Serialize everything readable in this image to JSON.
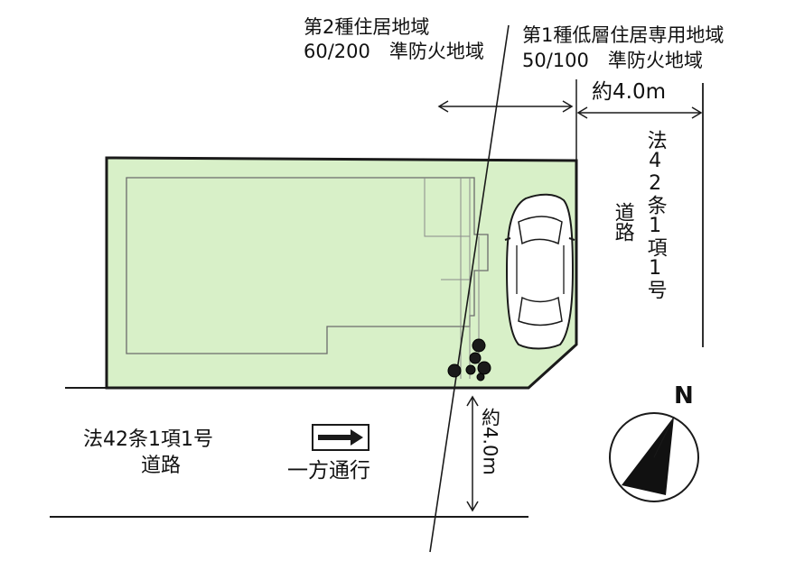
{
  "zoning_left": {
    "line1": "第2種住居地域",
    "line2": "60/200　準防火地域"
  },
  "zoning_right": {
    "line1": "第1種低層住居専用地域",
    "line2": "50/100　準防火地域"
  },
  "dimension_top": "約4.0m",
  "dimension_bottom": "約4.0m",
  "road_east": {
    "line1": "法42条1項1号",
    "line2": "道路"
  },
  "road_south": {
    "line1": "法42条1項1号",
    "line2": "道路"
  },
  "one_way_label": "一方通行",
  "north_label": "N",
  "colors": {
    "site_fill": "#d8f0c8",
    "line": "#1a1a1a",
    "compass_fill": "#111111"
  },
  "icons": {
    "car": "car-top-view-icon",
    "arrow": "one-way-arrow-icon",
    "compass": "north-compass-icon",
    "trees": "shrub-icon"
  }
}
